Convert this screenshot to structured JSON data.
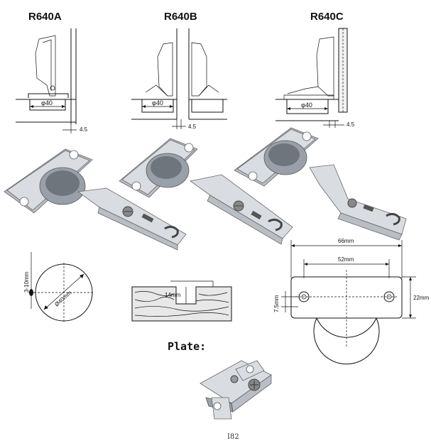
{
  "models": {
    "a": {
      "title": "R640A",
      "cup": "φ40",
      "offset": "4.5"
    },
    "b": {
      "title": "R640B",
      "cup": "φ40",
      "offset": "4.5"
    },
    "c": {
      "title": "R640C",
      "cup": "φ40",
      "offset": "4.5"
    }
  },
  "drill": {
    "depth": "3-10mm",
    "diameter": "Ø40mm"
  },
  "section": {
    "depth": "14mm"
  },
  "plate_dims": {
    "width_total": "66mm",
    "hole_spacing": "52mm",
    "height": "22mm",
    "offset": "7.5mm"
  },
  "plate": {
    "label": "Plate:"
  },
  "page_code": "I82",
  "colors": {
    "line": "#111111",
    "metal_light": "#d9dde2",
    "metal_dark": "#9aa0a8",
    "wood": "#e8e8e8"
  }
}
